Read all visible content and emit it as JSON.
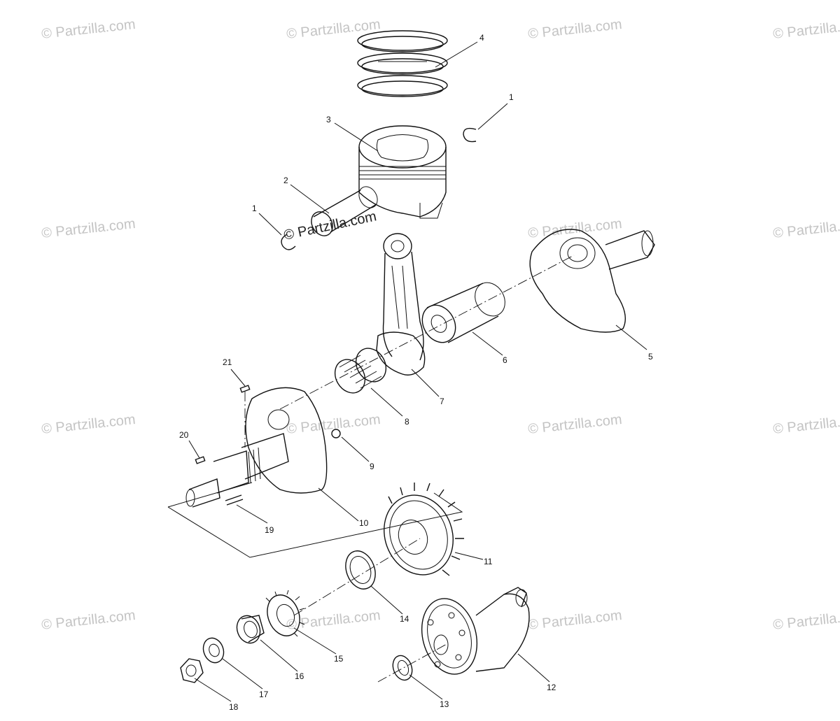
{
  "watermark": {
    "text": "© Partzilla.com",
    "center_text": "© Partzilla.com"
  },
  "callouts": {
    "c1a": "1",
    "c1b": "1",
    "c2": "2",
    "c3": "3",
    "c4": "4",
    "c5": "5",
    "c6": "6",
    "c7": "7",
    "c8": "8",
    "c9": "9",
    "c10": "10",
    "c11": "11",
    "c12": "12",
    "c13": "13",
    "c14": "14",
    "c15": "15",
    "c16": "16",
    "c17": "17",
    "c18": "18",
    "c19": "19",
    "c20": "20",
    "c21": "21"
  }
}
